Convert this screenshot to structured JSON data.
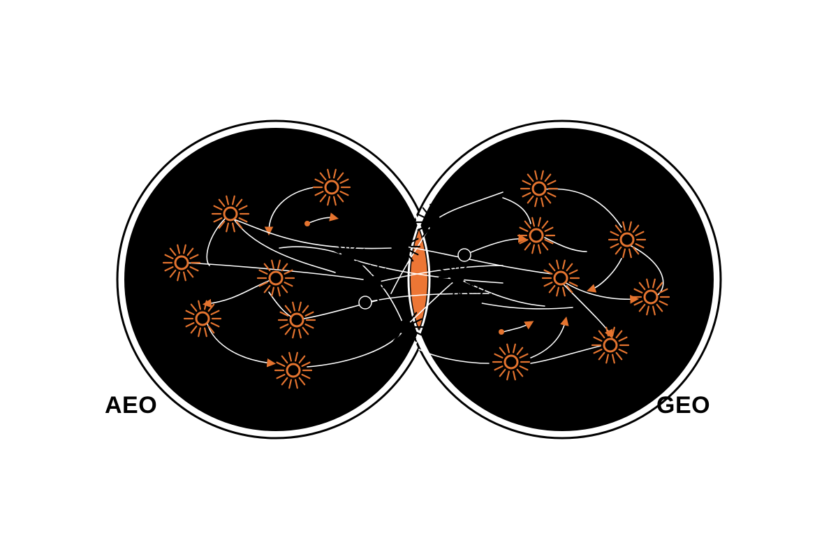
{
  "diagram": {
    "type": "venn",
    "sets": [
      {
        "label": "AEO"
      },
      {
        "label": "GEO"
      }
    ],
    "colors": {
      "background": "#ffffff",
      "circle_fill": "#000000",
      "overlap_fill": "#ec7635",
      "node_orange": "#e5742f",
      "node_dark": "#000000",
      "connector": "#ffffff"
    },
    "node_icon": "sunburst-node-icon"
  }
}
